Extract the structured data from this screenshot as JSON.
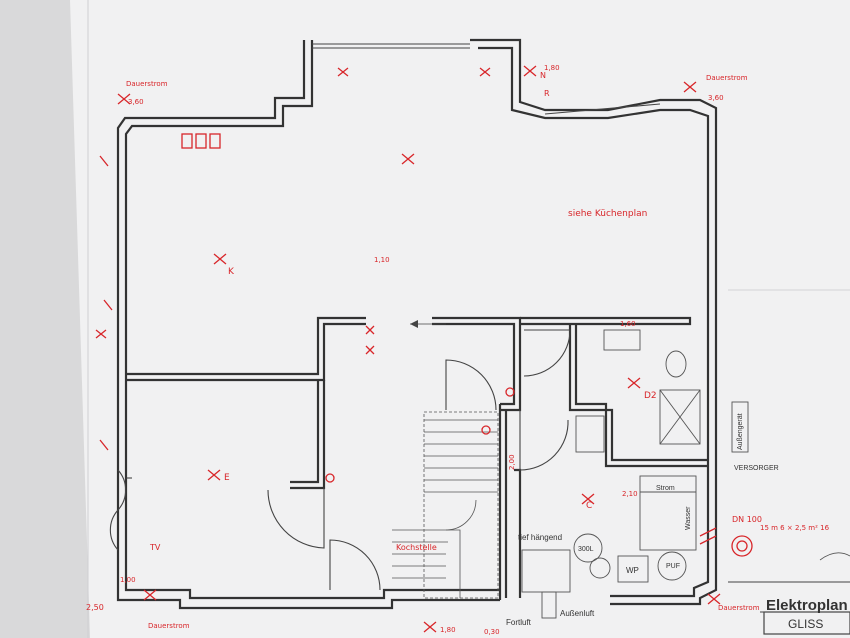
{
  "annotations": {
    "dauerstrom_tl": "Dauerstrom",
    "val_360": "3,60",
    "dauerstrom_tr": "Dauerstrom",
    "val_360_tr": "3,60",
    "val_180_top": "1,80",
    "letter_n": "N",
    "letter_r": "R",
    "kuechenplan": "siehe Küchenplan",
    "val_110": "1,10",
    "letter_k": "K",
    "val_160": "1,60",
    "d2": "D2",
    "tv": "TV",
    "e": "E",
    "letter_c": "C",
    "dauerstrom_bl": "Dauerstrom",
    "val_250": "2,50",
    "val_100": "1,00",
    "dauerstrom_br": "Dauerstrom",
    "val_210": "2,10",
    "val_180_bottom": "1,80",
    "val_030": "0,30",
    "kochstelle": "Kochstelle",
    "dn100": "DN 100",
    "val_200": "2,00",
    "note_right": "15 m 6 × 2,5 m² 16"
  },
  "printed_labels": {
    "tief_haengend": "tief hängend",
    "strom": "Strom",
    "wasser": "Wasser",
    "aussengeraet": "Außengerät",
    "versorger": "VERSORGER",
    "fortluft": "Fortluft",
    "aussenluft": "Außenluft",
    "wp": "WP",
    "puf": "PUF",
    "v300": "300L",
    "title": "Elektroplan",
    "title_box": "GLISS"
  }
}
